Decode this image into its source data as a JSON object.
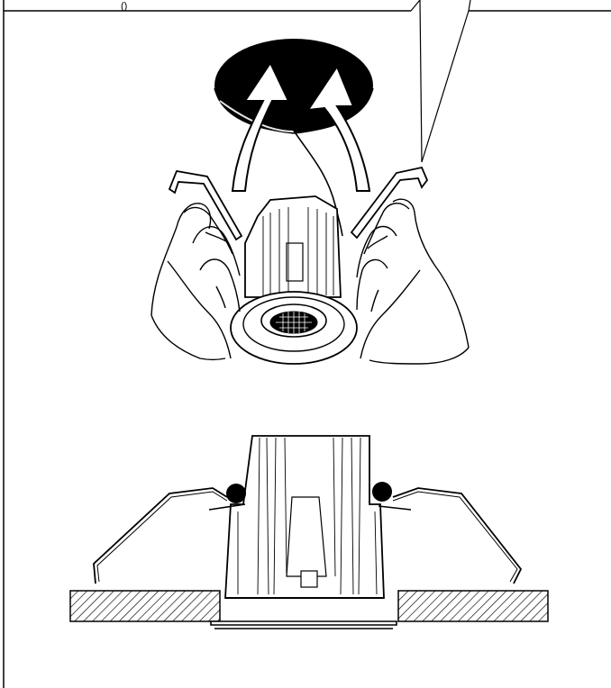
{
  "figure": {
    "stray_glyph": "()",
    "colors": {
      "ink": "#000000",
      "paper": "#ffffff",
      "hatch": "#000000"
    },
    "panels": [
      {
        "id": "insertion-step",
        "icon": "hands-inserting-downlight"
      },
      {
        "id": "installed-section",
        "icon": "downlight-cross-section"
      }
    ]
  }
}
